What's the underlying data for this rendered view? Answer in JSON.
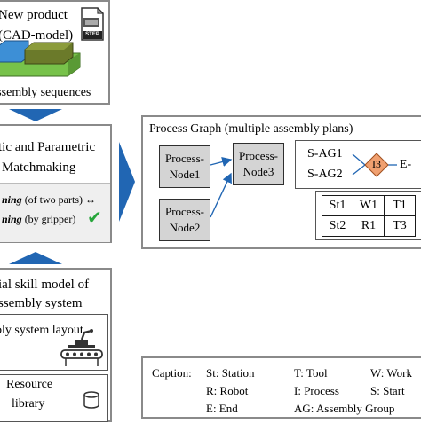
{
  "left_column": {
    "product_box": {
      "title": "New product",
      "subtitle": "(CAD-model)",
      "file_icon_label": "STEP",
      "footer": "assembly sequences"
    },
    "matchmaking_box": {
      "line1": "tic and Parametric",
      "line2": "Matchmaking",
      "criterion1_bold": "ning",
      "criterion1_rest": " (of two parts) ↔",
      "criterion2_bold": "ning",
      "criterion2_rest": " (by gripper)"
    },
    "skill_model_box": {
      "line1": "ial skill model of",
      "line2": "ssembly system",
      "layout_label": "bly system layout",
      "library_label_1": "Resource",
      "library_label_2": "library"
    }
  },
  "process_graph": {
    "title": "Process Graph (multiple assembly plans)",
    "nodes": [
      {
        "line1": "Process-",
        "line2": "Node1"
      },
      {
        "line1": "Process-",
        "line2": "Node2"
      },
      {
        "line1": "Process-",
        "line2": "Node3"
      }
    ],
    "assembly_groups": {
      "row1": "S-AG1",
      "row2": "S-AG2",
      "process_label": "I3",
      "end_label": "E-"
    },
    "station_table": [
      [
        "St1",
        "W1",
        "T1"
      ],
      [
        "St2",
        "R1",
        "T3"
      ]
    ]
  },
  "caption": {
    "label": "Caption:",
    "items": [
      "St: Station",
      "T: Tool",
      "W: Work",
      "R: Robot",
      "I: Process",
      "S: Start",
      "E: End",
      "AG: Assembly Group"
    ]
  },
  "colors": {
    "arrow_blue": "#2166b3",
    "frame_gray": "#8a8a8a",
    "node_gray": "#d4d4d4",
    "diamond_orange": "#f0a070",
    "check_green": "#27a63b",
    "part_blue": "#3d8fd6",
    "part_green": "#77c24a",
    "part_olive": "#6b7a2a"
  }
}
